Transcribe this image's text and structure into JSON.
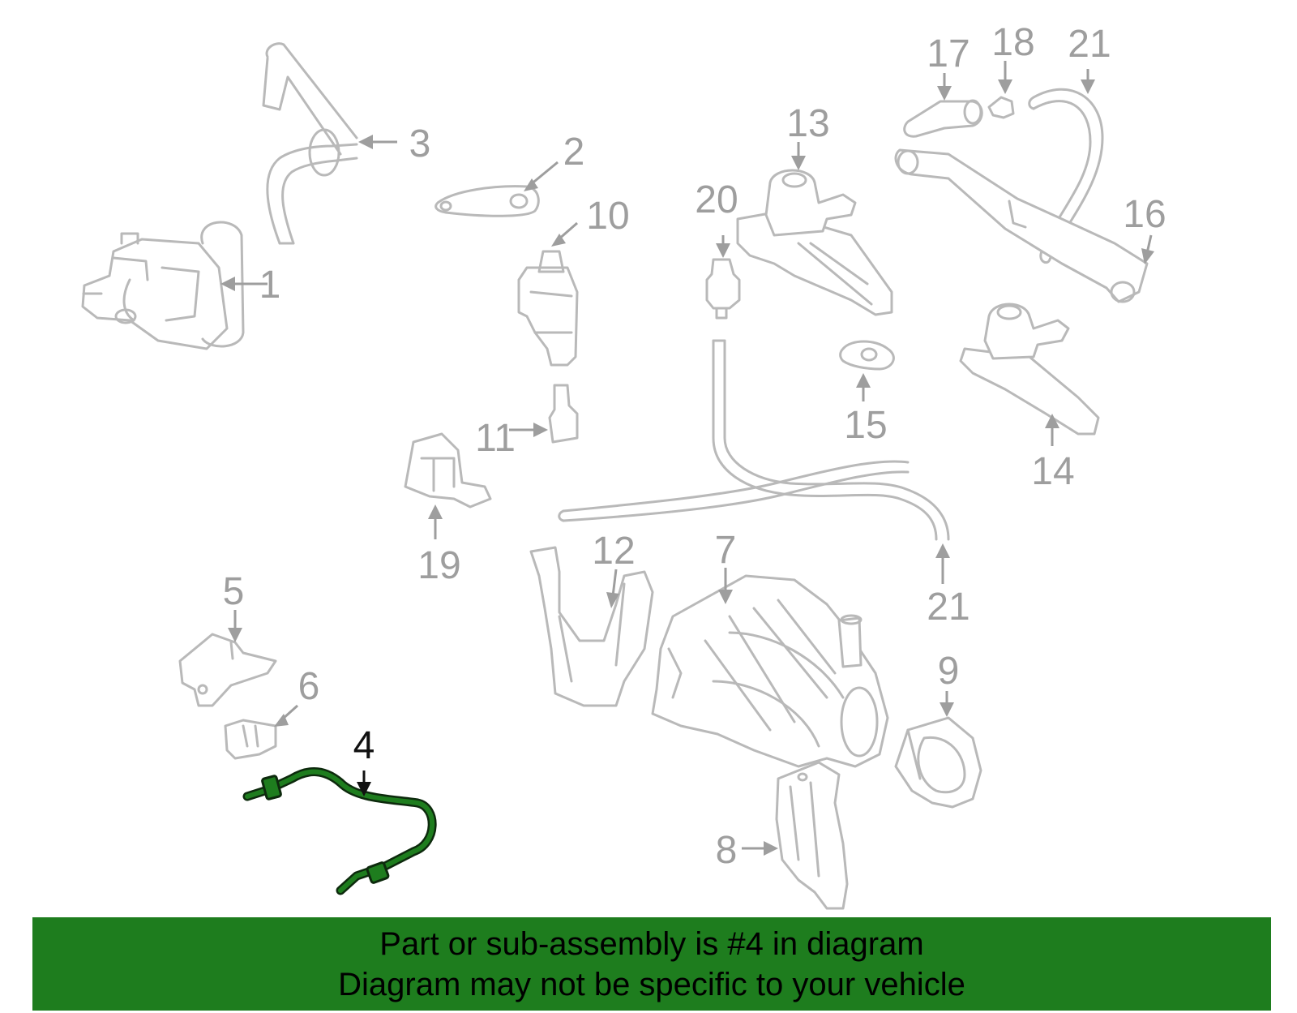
{
  "diagram": {
    "labels": [
      {
        "id": "1",
        "text": "1"
      },
      {
        "id": "2",
        "text": "2"
      },
      {
        "id": "3",
        "text": "3"
      },
      {
        "id": "4",
        "text": "4"
      },
      {
        "id": "5",
        "text": "5"
      },
      {
        "id": "6",
        "text": "6"
      },
      {
        "id": "7",
        "text": "7"
      },
      {
        "id": "8",
        "text": "8"
      },
      {
        "id": "9",
        "text": "9"
      },
      {
        "id": "10",
        "text": "10"
      },
      {
        "id": "11",
        "text": "11"
      },
      {
        "id": "12",
        "text": "12"
      },
      {
        "id": "13",
        "text": "13"
      },
      {
        "id": "14",
        "text": "14"
      },
      {
        "id": "15",
        "text": "15"
      },
      {
        "id": "16",
        "text": "16"
      },
      {
        "id": "17",
        "text": "17"
      },
      {
        "id": "18",
        "text": "18"
      },
      {
        "id": "19",
        "text": "19"
      },
      {
        "id": "20",
        "text": "20"
      },
      {
        "id": "21a",
        "text": "21"
      },
      {
        "id": "21b",
        "text": "21"
      }
    ],
    "highlighted_part": "4",
    "colors": {
      "highlight": "#1e7d1e",
      "part_outline": "#b9b9b9",
      "label": "#9e9e9e",
      "banner": "#1e7d1e"
    }
  },
  "banner": {
    "line1": "Part or sub-assembly is #4 in diagram",
    "line2": "Diagram may not be specific to your vehicle"
  }
}
